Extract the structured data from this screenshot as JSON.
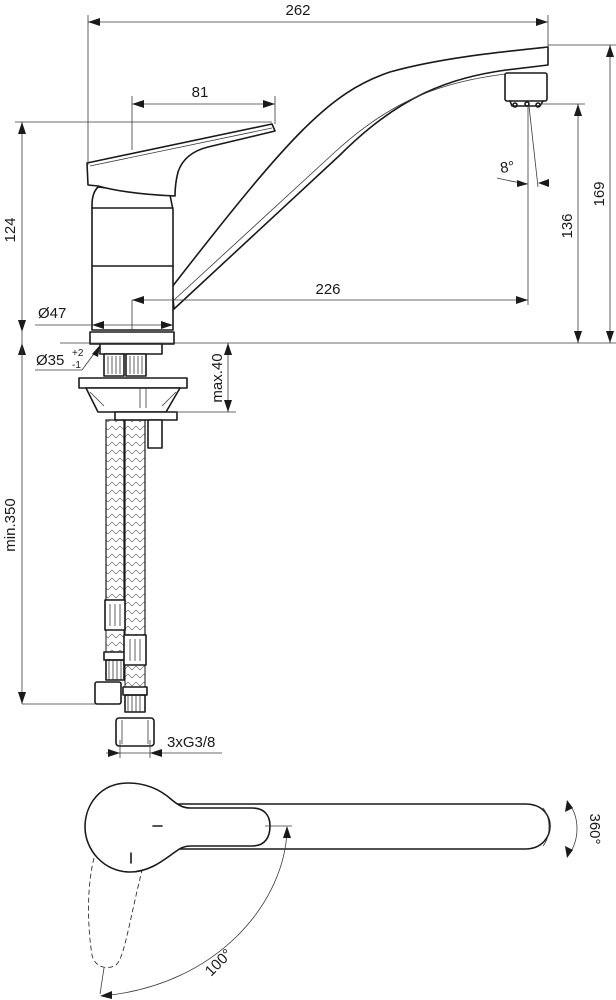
{
  "drawing": {
    "title": "Single-lever kitchen mixer – technical dimension drawing",
    "views": [
      "side-elevation",
      "top-plan"
    ],
    "line_color": "#1a1a1a",
    "background": "#ffffff"
  },
  "dimensions": {
    "overall_reach": "262",
    "lever_length": "81",
    "spout_reach": "226",
    "lever_height": "124",
    "outlet_height": "136",
    "overall_height": "169",
    "body_diameter": "Ø47",
    "hole_diameter": "Ø35",
    "hole_tol_plus": "+2",
    "hole_tol_minus": "-1",
    "max_deck_thickness": "max.40",
    "hose_length": "min.350",
    "connection_thread": "3xG3/8",
    "jet_angle": "8°",
    "spout_swivel": "360°",
    "lever_rotation": "100°"
  }
}
